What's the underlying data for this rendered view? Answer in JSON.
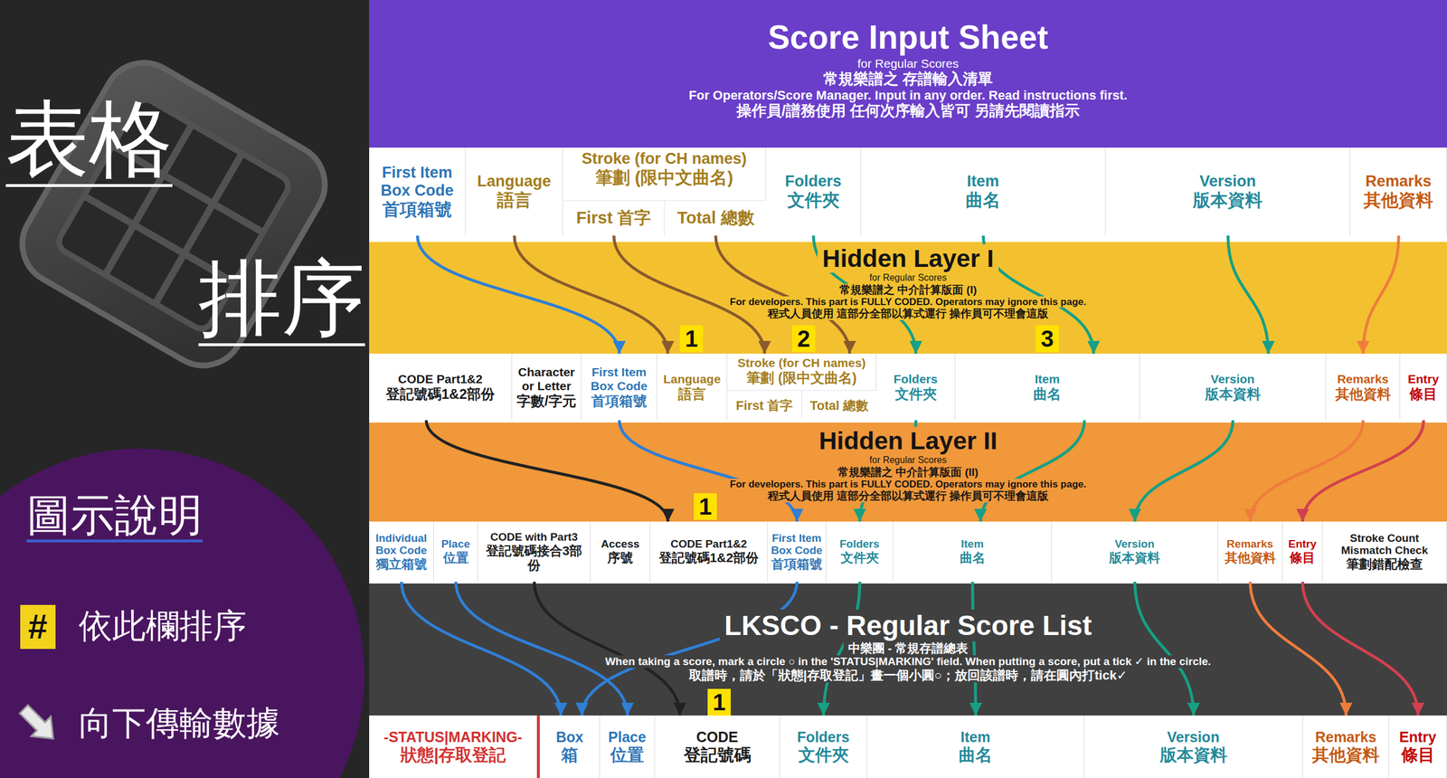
{
  "diagram": {
    "nodes": [
      {
        "text": [
          "Score Input Sheet",
          "for Regular Scores",
          "常規樂譜之 存譜輸入清單",
          "For Operators/Score Manager. Input in any order. Read instructions first.",
          "操作員/譜務使用 任何次序輸入皆可 另請先閱讀指示"
        ]
      },
      {
        "text": [
          "First Item Box Code",
          "首項箱號"
        ]
      },
      {
        "text": [
          "Language",
          "語言"
        ]
      },
      {
        "text": [
          "Stroke (for CH names)",
          "筆劃 (限中文曲名)"
        ]
      },
      {
        "text": [
          "First 首字"
        ],
        "in": 3
      },
      {
        "text": [
          "Total 總數"
        ],
        "in": 3
      },
      {
        "text": [
          "Folders",
          "文件夾"
        ]
      },
      {
        "text": [
          "Item",
          "曲名"
        ]
      },
      {
        "text": [
          "Version",
          "版本資料"
        ]
      },
      {
        "text": [
          "Remarks",
          "其他資料"
        ]
      },
      {
        "text": [
          "Hidden Layer I",
          "for Regular Scores",
          "常規樂譜之 中介計算版面 (I)",
          "For developers. This part is FULLY CODED. Operators may ignore this page.",
          "程式人員使用 這部分全部以算式運行 操作員可不理會這版"
        ]
      },
      {
        "text": [
          "CODE Part1&2",
          "登記號碼1&2部份"
        ]
      },
      {
        "text": [
          "Character or Letter",
          "字數/字元"
        ]
      },
      {
        "text": [
          "First Item Box Code",
          "首項箱號"
        ]
      },
      {
        "text": [
          "Language",
          "語言"
        ]
      },
      {
        "text": [
          "Stroke (for CH names)",
          "筆劃 (限中文曲名)"
        ]
      },
      {
        "text": [
          "First 首字"
        ],
        "in": 15
      },
      {
        "text": [
          "Total 總數"
        ],
        "in": 15
      },
      {
        "text": [
          "Folders",
          "文件夾"
        ]
      },
      {
        "text": [
          "Item",
          "曲名"
        ]
      },
      {
        "text": [
          "Version",
          "版本資料"
        ]
      },
      {
        "text": [
          "Remarks",
          "其他資料"
        ]
      },
      {
        "text": [
          "Entry",
          "條目"
        ]
      },
      {
        "text": [
          "Hidden Layer II",
          "for Regular Scores",
          "常規樂譜之 中介計算版面 (II)",
          "For developers. This part is FULLY CODED. Operators may ignore this page.",
          "程式人員使用 這部分全部以算式運行 操作員可不理會這版"
        ]
      },
      {
        "text": [
          "Individual Box Code",
          "獨立箱號"
        ]
      },
      {
        "text": [
          "Place",
          "位置"
        ]
      },
      {
        "text": [
          "CODE with Part3",
          "登記號碼接合3部份"
        ]
      },
      {
        "text": [
          "Access",
          "序號"
        ]
      },
      {
        "text": [
          "CODE Part1&2",
          "登記號碼1&2部份"
        ]
      },
      {
        "text": [
          "First Item Box Code",
          "首項箱號"
        ]
      },
      {
        "text": [
          "Folders",
          "文件夾"
        ]
      },
      {
        "text": [
          "Item",
          "曲名"
        ]
      },
      {
        "text": [
          "Version",
          "版本資料"
        ]
      },
      {
        "text": [
          "Remarks",
          "其他資料"
        ]
      },
      {
        "text": [
          "Entry",
          "條目"
        ]
      },
      {
        "text": [
          "Stroke Count Mismatch Check",
          "筆劃錯配檢查"
        ]
      },
      {
        "text": [
          "LKSCO - Regular Score List",
          "中樂團 - 常規存譜總表",
          "When taking a score, mark a circle ○ in the 'STATUS|MARKING' field. When putting a score, put a tick ✓ in the circle.",
          "取譜時，請於「狀態|存取登記」畫一個小圓○；放回該譜時，請在圓內打tick✓"
        ]
      },
      {
        "text": [
          "-STATUS|MARKING-",
          "狀態|存取登記"
        ]
      },
      {
        "text": [
          "Box",
          "箱"
        ]
      },
      {
        "text": [
          "Place",
          "位置"
        ]
      },
      {
        "text": [
          "CODE",
          "登記號碼"
        ]
      },
      {
        "text": [
          "Folders",
          "文件夾"
        ]
      },
      {
        "text": [
          "Item",
          "曲名"
        ]
      },
      {
        "text": [
          "Version",
          "版本資料"
        ]
      },
      {
        "text": [
          "Remarks",
          "其他資料"
        ]
      },
      {
        "text": [
          "Entry",
          "條目"
        ]
      }
    ],
    "edges": [
      {
        "from": 1,
        "to": 13,
        "arrow": "to"
      },
      {
        "from": 2,
        "to": 14,
        "arrow": "to"
      },
      {
        "from": 4,
        "to": 15,
        "arrow": "to"
      },
      {
        "from": 5,
        "to": 15,
        "arrow": "to"
      },
      {
        "from": 6,
        "to": 18,
        "arrow": "to"
      },
      {
        "from": 7,
        "to": 19,
        "arrow": "to"
      },
      {
        "from": 8,
        "to": 20,
        "arrow": "to"
      },
      {
        "from": 9,
        "to": 21,
        "arrow": "to"
      },
      {
        "from": 11,
        "to": 28,
        "arrow": "to"
      },
      {
        "from": 13,
        "to": 29,
        "arrow": "to"
      },
      {
        "from": 18,
        "to": 30,
        "arrow": "to"
      },
      {
        "from": 19,
        "to": 31,
        "arrow": "to"
      },
      {
        "from": 20,
        "to": 32,
        "arrow": "to"
      },
      {
        "from": 21,
        "to": 33,
        "arrow": "to"
      },
      {
        "from": 22,
        "to": 34,
        "arrow": "to"
      },
      {
        "from": 24,
        "to": 38,
        "arrow": "to"
      },
      {
        "from": 25,
        "to": 39,
        "arrow": "to"
      },
      {
        "from": 26,
        "to": 40,
        "arrow": "to"
      },
      {
        "from": 29,
        "to": 38,
        "arrow": "to"
      },
      {
        "from": 30,
        "to": 41,
        "arrow": "to"
      },
      {
        "from": 31,
        "to": 42,
        "arrow": "to"
      },
      {
        "from": 32,
        "to": 43,
        "arrow": "to"
      },
      {
        "from": 33,
        "to": 44,
        "arrow": "to"
      },
      {
        "from": 34,
        "to": 45,
        "arrow": "to"
      }
    ],
    "labels": [
      "表格",
      "排序",
      "圖示說明",
      "#",
      "1",
      "2",
      "3",
      "1",
      "1"
    ],
    "legend": [
      {
        "text": "依此欄排序",
        "color": "#f2d21b"
      },
      {
        "text": "向下傳輸數據"
      }
    ]
  }
}
